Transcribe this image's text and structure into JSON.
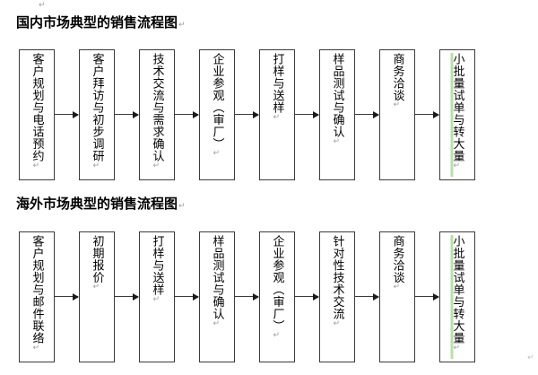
{
  "document": {
    "pilcrow_glyph": "↵",
    "top_paragraph_mark": "↵",
    "tail_paragraph_mark": "↵"
  },
  "sections": [
    {
      "heading": "国内市场典型的销售流程图",
      "heading_mark": "↵",
      "nodes": [
        {
          "label": "客户规划与电话预约",
          "mark": "↵",
          "highlight": false
        },
        {
          "label": "客户拜访与初步调研",
          "mark": "↵",
          "highlight": false
        },
        {
          "label": "技术交流与需求确认",
          "mark": "↵",
          "highlight": false
        },
        {
          "label": "企业参观（审厂）",
          "mark": "↵",
          "highlight": false
        },
        {
          "label": "打样与送样",
          "mark": "↵",
          "highlight": false
        },
        {
          "label": "样品测试与确认",
          "mark": "↵",
          "highlight": false
        },
        {
          "label": "商务洽谈",
          "mark": "↵",
          "highlight": false
        },
        {
          "label": "小批量试单与转大量",
          "mark": "↵",
          "highlight": true
        }
      ]
    },
    {
      "heading": "海外市场典型的销售流程图",
      "heading_mark": "↵",
      "nodes": [
        {
          "label": "客户规划与邮件联络",
          "mark": "↵",
          "highlight": false
        },
        {
          "label": "初期报价",
          "mark": "↵",
          "highlight": false
        },
        {
          "label": "打样与送样",
          "mark": "↵",
          "highlight": false
        },
        {
          "label": "样品测试与确认",
          "mark": "↵",
          "highlight": false
        },
        {
          "label": "企业参观（审厂）",
          "mark": "↵",
          "highlight": false
        },
        {
          "label": "针对性技术交流",
          "mark": "↵",
          "highlight": false
        },
        {
          "label": "商务洽谈",
          "mark": "↵",
          "highlight": false
        },
        {
          "label": "小批量试单与转大量",
          "mark": "↵",
          "highlight": true
        }
      ]
    }
  ],
  "colors": {
    "box_border": "#3b3b3b",
    "arrow": "#1a1a1a",
    "highlight": "#b8e0a8",
    "text": "#000000",
    "pilcrow": "#9aa0a6",
    "background": "#ffffff"
  }
}
